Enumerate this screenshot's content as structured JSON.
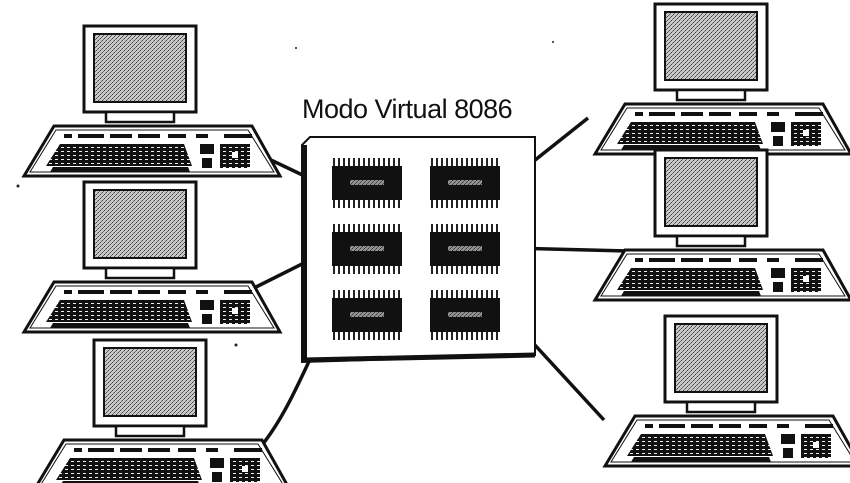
{
  "diagram": {
    "title": "Modo Virtual 8086",
    "processor": {
      "chip_count": 6
    },
    "terminals": [
      {
        "id": "top-left"
      },
      {
        "id": "mid-left"
      },
      {
        "id": "bottom-left"
      },
      {
        "id": "top-right"
      },
      {
        "id": "mid-right"
      },
      {
        "id": "bottom-right"
      }
    ],
    "colors": {
      "ink": "#111111",
      "screen": "#8a8a8a",
      "board": "#ffffff"
    }
  }
}
